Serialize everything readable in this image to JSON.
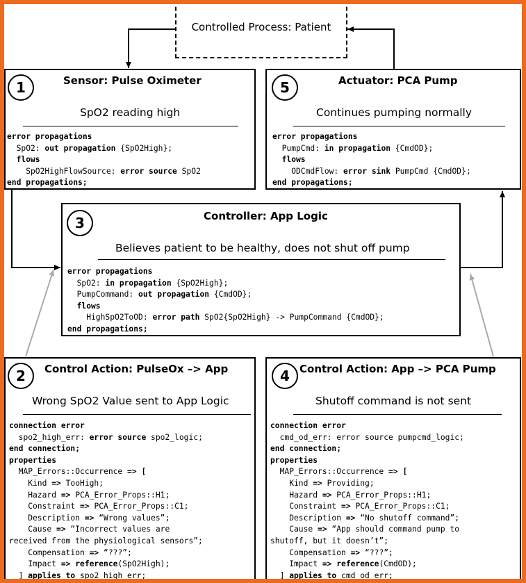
{
  "process": {
    "title": "Controlled Process: Patient"
  },
  "boxes": {
    "sensor": {
      "number": "1",
      "title": "Sensor: Pulse Oximeter",
      "description": "SpO2 reading high",
      "code": [
        [
          "error propagations"
        ],
        [
          "  SpO2: ",
          "out propagation",
          " {SpO2High};"
        ],
        [
          "  flows"
        ],
        [
          "    SpO2HighFlowSource: ",
          "error source",
          " SpO2"
        ],
        [
          "end propagations;"
        ]
      ]
    },
    "actuator": {
      "number": "5",
      "title": "Actuator: PCA Pump",
      "description": "Continues pumping normally",
      "code": [
        [
          "error propagations"
        ],
        [
          "  PumpCmd: ",
          "in propagation",
          " {CmdOD};"
        ],
        [
          "  flows"
        ],
        [
          "    ODCmdFlow: ",
          "error sink",
          " PumpCmd {CmdOD};"
        ],
        [
          "end propagations;"
        ]
      ]
    },
    "controller": {
      "number": "3",
      "title": "Controller: App Logic",
      "description": "Believes patient to be healthy, does not shut off pump",
      "code": [
        [
          "error propagations"
        ],
        [
          "  SpO2: ",
          "in propagation",
          " {SpO2High};"
        ],
        [
          "  PumpCommand: ",
          "out propagation",
          " {CmdOD};"
        ],
        [
          "  flows"
        ],
        [
          "    HighSpO2ToOD: ",
          "error path",
          " SpO2{SpO2High} -> PumpCommand {CmdOD};"
        ],
        [
          "end propagations;"
        ]
      ]
    },
    "action_pulseox": {
      "number": "2",
      "title": "Control Action: PulseOx –> App",
      "description": "Wrong SpO2 Value sent to App Logic",
      "code": [
        [
          "connection error"
        ],
        [
          "  spo2_high_err: ",
          "error source",
          " spo2_logic;"
        ],
        [
          "end connection;"
        ],
        [
          "properties"
        ],
        [
          "  MAP_Errors::Occurrence ",
          "=> [",
          ""
        ],
        [
          "    Kind ",
          "=>",
          " TooHigh;"
        ],
        [
          "    Hazard ",
          "=>",
          " PCA_Error_Props::H1;"
        ],
        [
          "    Constraint ",
          "=>",
          " PCA_Error_Props::C1;"
        ],
        [
          "    Description ",
          "=>",
          " “Wrong values”;"
        ],
        [
          "    Cause ",
          "=>",
          " “Incorrect values are"
        ],
        [
          "received from the physiological sensors”;"
        ],
        [
          "    Compensation ",
          "=>",
          " “???”;"
        ],
        [
          "    Impact ",
          "=> reference",
          "(SpO2High);"
        ],
        [
          "  ] ",
          "applies to",
          " spo2_high_err;"
        ]
      ]
    },
    "action_app": {
      "number": "4",
      "title": "Control Action: App –> PCA Pump",
      "description": "Shutoff command is not sent",
      "code": [
        [
          "connection error"
        ],
        [
          "  cmd_od_err: error source pumpcmd_logic;"
        ],
        [
          "end connection;"
        ],
        [
          "properties"
        ],
        [
          "  MAP_Errors::Occurrence ",
          "=> [",
          ""
        ],
        [
          "    Kind ",
          "=>",
          " Providing;"
        ],
        [
          "    Hazard ",
          "=>",
          " PCA_Error_Props::H1;"
        ],
        [
          "    Constraint ",
          "=>",
          " PCA_Error_Props::C1;"
        ],
        [
          "    Description ",
          "=>",
          " “No shutoff command”;"
        ],
        [
          "    Cause ",
          "=>",
          " “App should command pump to"
        ],
        [
          "shutoff, but it doesn’t”;"
        ],
        [
          "    Compensation ",
          "=>",
          " “???”;"
        ],
        [
          "    Impact ",
          "=> reference",
          "(CmdOD);"
        ],
        [
          "  ] ",
          "applies to",
          " cmd_od_err;"
        ]
      ]
    }
  }
}
